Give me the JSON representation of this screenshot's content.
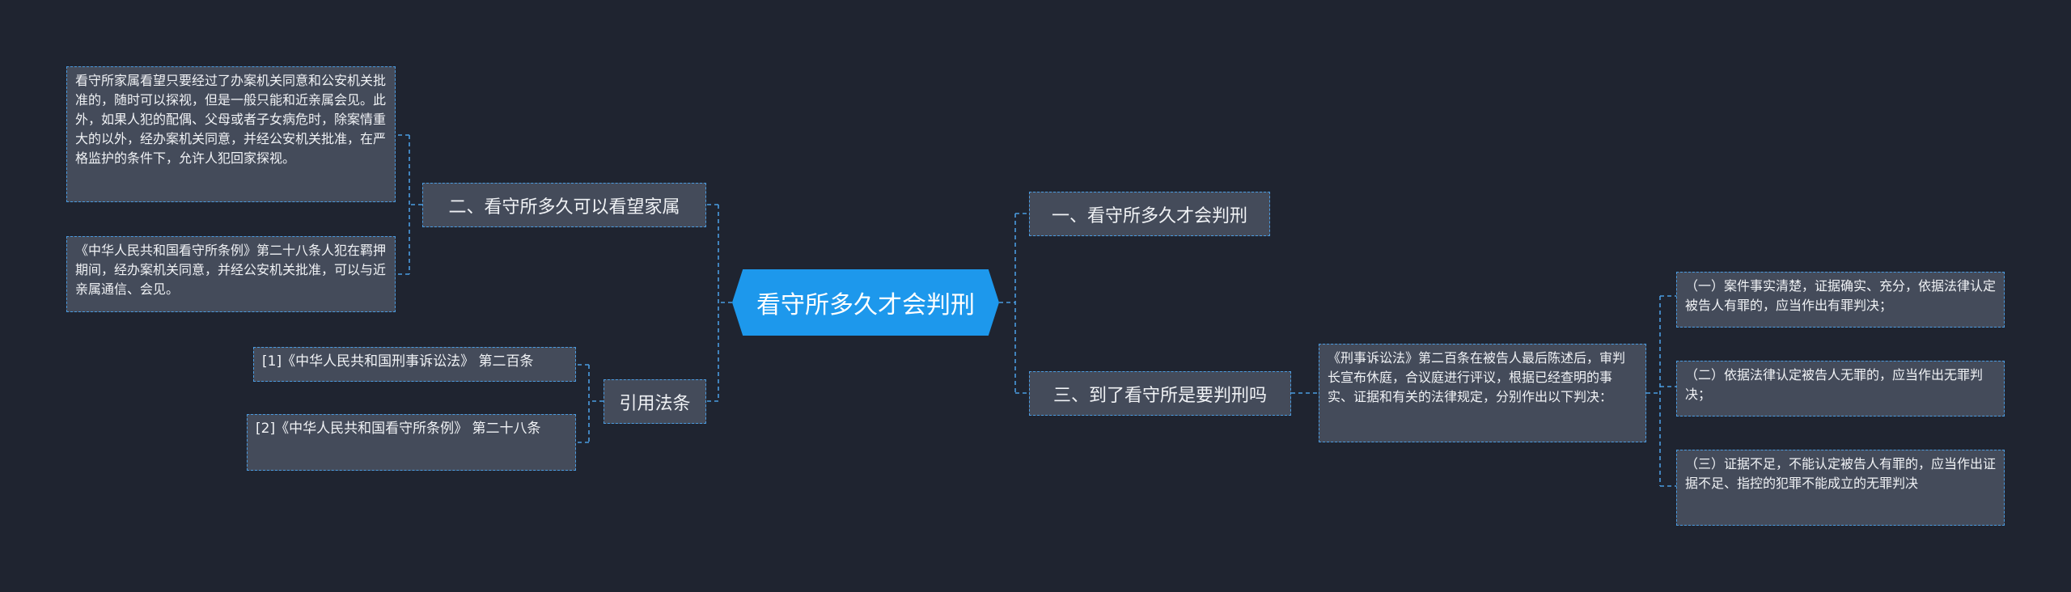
{
  "root": {
    "label": "看守所多久才会判刑"
  },
  "branches": {
    "b1": {
      "label": "一、看守所多久才会判刑"
    },
    "b2": {
      "label": "二、看守所多久可以看望家属"
    },
    "b3": {
      "label": "三、到了看守所是要判刑吗"
    },
    "b4": {
      "label": "引用法条"
    }
  },
  "leaves": {
    "b2_detail": "看守所家属看望只要经过了办案机关同意和公安机关批准的，随时可以探视，但是一般只能和近亲属会见。此外，如果人犯的配偶、父母或者子女病危时，除案情重大的以外，经办案机关同意，并经公安机关批准，在严格监护的条件下，允许人犯回家探视。",
    "b2_rule": "《中华人民共和国看守所条例》第二十八条人犯在羁押期间，经办案机关同意，并经公安机关批准，可以与近亲属通信、会见。",
    "b4_ref1": "[1]《中华人民共和国刑事诉讼法》 第二百条",
    "b4_ref2": "[2]《中华人民共和国看守所条例》 第二十八条",
    "b3_detail": "《刑事诉讼法》第二百条在被告人最后陈述后，审判长宣布休庭，合议庭进行评议，根据已经查明的事实、证据和有关的法律规定，分别作出以下判决：",
    "b3_j1": "（一）案件事实清楚，证据确实、充分，依据法律认定被告人有罪的，应当作出有罪判决；",
    "b3_j2": "（二）依据法律认定被告人无罪的，应当作出无罪判决；",
    "b3_j3": "（三）证据不足，不能认定被告人有罪的，应当作出证据不足、指控的犯罪不能成立的无罪判决"
  },
  "colors": {
    "background": "#1f2430",
    "root_fill": "#1d98ec",
    "node_fill": "#444b5a",
    "connector": "#4a9be0"
  }
}
